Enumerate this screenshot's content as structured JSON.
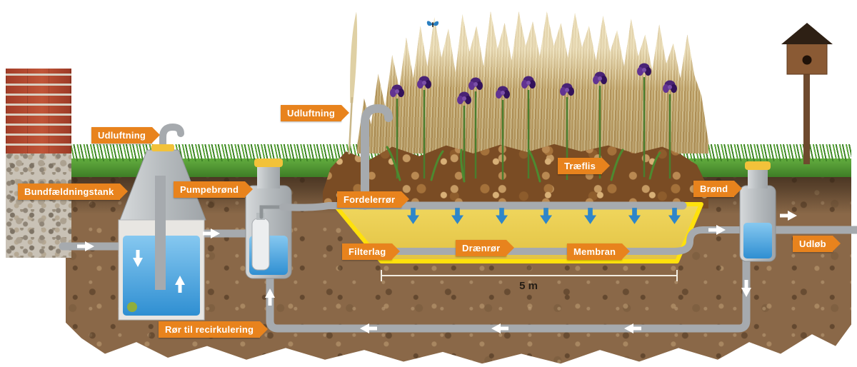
{
  "diagram": {
    "labels": {
      "udluftning_tank": "Udluftning",
      "bundfaeldningstank": "Bundfældningstank",
      "pumpebroend": "Pumpebrønd",
      "udluftning_bed": "Udluftning",
      "fordelerroer": "Fordelerrør",
      "traeflis": "Træflis",
      "broend": "Brønd",
      "filterlag": "Filterlag",
      "draenroer": "Drænrør",
      "membran": "Membran",
      "udloeb": "Udløb",
      "recirkulering": "Rør til recirkulering"
    },
    "measurement": {
      "bed_width": "5 m"
    },
    "colors": {
      "label_orange": "#E8831D",
      "pipe_gray": "#A6AAAE",
      "water_blue": "#3E9BDE",
      "sand_yellow": "#ECCF55",
      "membrane_yellow": "#FFE10C",
      "infiltration_blue": "#2E86C9",
      "flow_arrow_white": "#FFFFFF",
      "grass_green": "#4C8F2F",
      "soil_brown": "#8A6848",
      "cap_yellow": "#F2C23A"
    },
    "icons": {
      "flow_arrow": "right-arrow",
      "infiltration_arrow": "down-arrow",
      "butterfly": "butterfly",
      "birdhouse": "birdhouse",
      "iris_flower": "iris-flower"
    }
  }
}
